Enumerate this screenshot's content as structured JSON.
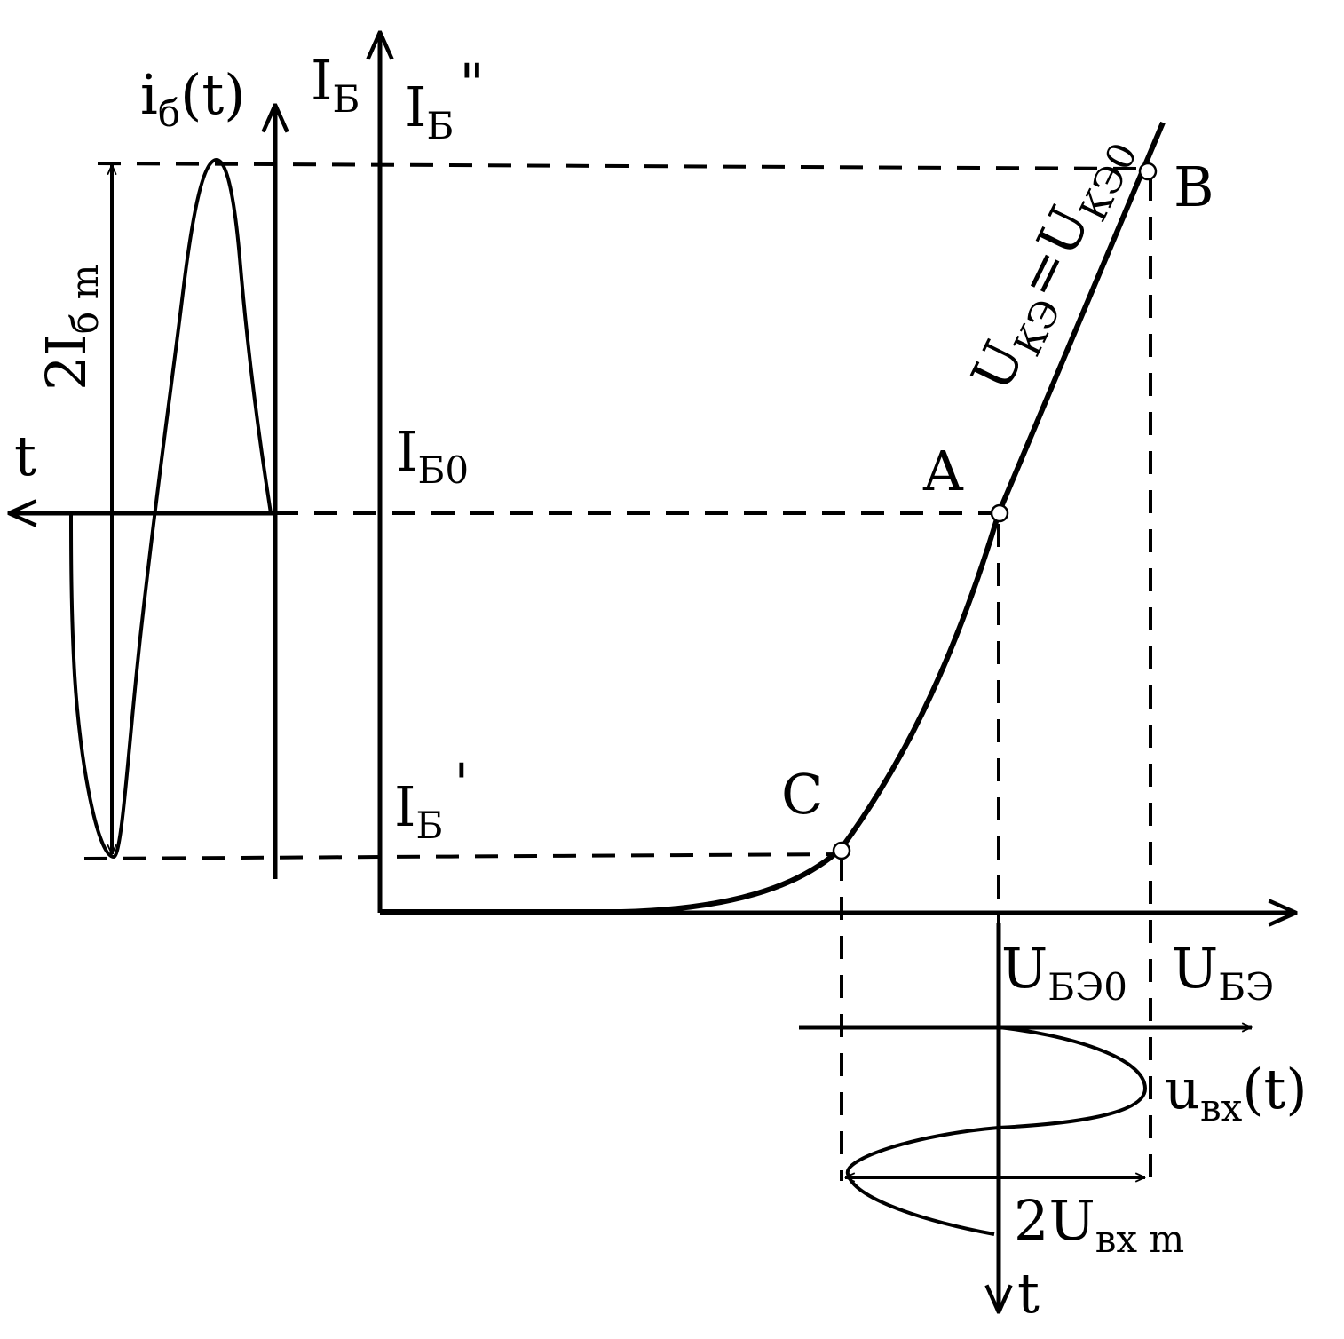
{
  "labels": {
    "y_axis_main": "I",
    "y_axis_sub": "Б",
    "ib_max_main": "I",
    "ib_max_sub": "Б",
    "ib_max_mark": "\"",
    "ib_rest_main": "I",
    "ib_rest_sub": "Б0",
    "ib_min_main": "I",
    "ib_min_sub": "Б",
    "ib_min_mark": "'",
    "x_axis_main": "U",
    "x_axis_sub": "БЭ",
    "ube_rest_main": "U",
    "ube_rest_sub": "БЭ0",
    "curve_param_main1": "U",
    "curve_param_sub1": "КЭ",
    "curve_param_eq": "=",
    "curve_param_main2": "U",
    "curve_param_sub2": "КЭ0",
    "point_a": "A",
    "point_b": "B",
    "point_c": "C",
    "ib_t_main": "i",
    "ib_t_sub": "б",
    "ib_t_arg": "(t)",
    "t_left": "t",
    "amp_ib_main": "2I",
    "amp_ib_sub": "б m",
    "uin_t_main": "u",
    "uin_t_sub": "вх",
    "uin_t_arg": "(t)",
    "amp_uin_main": "2U",
    "amp_uin_sub": "вх m",
    "t_bottom": "t"
  }
}
